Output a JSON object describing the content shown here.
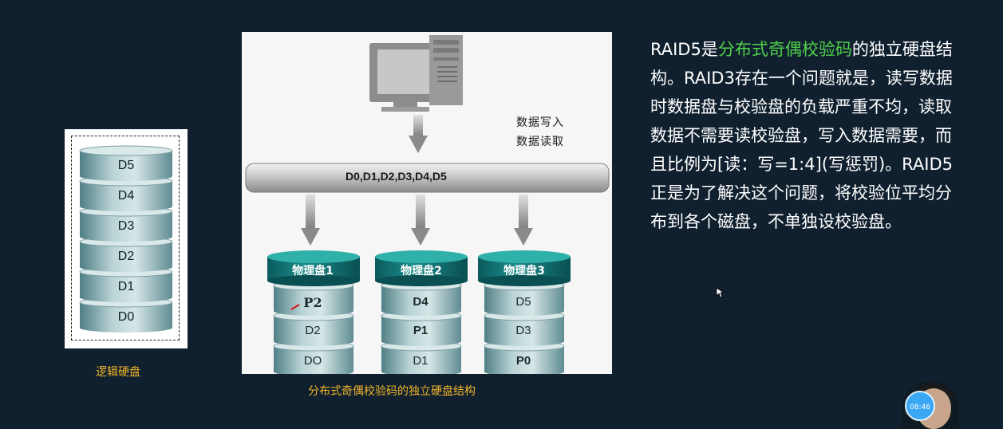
{
  "logical": {
    "caption": "逻辑硬盘",
    "disks": [
      "D5",
      "D4",
      "D3",
      "D2",
      "D1",
      "D0"
    ]
  },
  "figure": {
    "caption": "分布式奇偶校验码的独立硬盘结构",
    "io_write": "数据写入",
    "io_read": "数据读取",
    "bus_label": "D0,D1,D2,D3,D4,D5",
    "physical": [
      {
        "name": "物理盘1",
        "cells": [
          "P2",
          "D2",
          "DO"
        ]
      },
      {
        "name": "物理盘2",
        "cells": [
          "D4",
          "P1",
          "D1"
        ]
      },
      {
        "name": "物理盘3",
        "cells": [
          "D5",
          "D3",
          "P0"
        ]
      }
    ]
  },
  "description": {
    "p1": "RAID5是",
    "highlight": "分布式奇偶校验码",
    "p2": "的独立硬盘结构。RAID3存在一个问题就是，读写数据时数据盘与校验盘的负载严重不均，读取数据不需要读校验盘，写入数据需要，而且比例为[读：写=1:4](写惩罚)。RAID5正是为了解决这个问题，将校验位平均分布到各个磁盘，不单独设校验盘。"
  },
  "overlay": {
    "timer": "08:46"
  },
  "colors": {
    "background": "#10202f",
    "highlight": "#4fd24a",
    "caption": "#f0b429",
    "disk_teal": "#0e6b6b"
  }
}
